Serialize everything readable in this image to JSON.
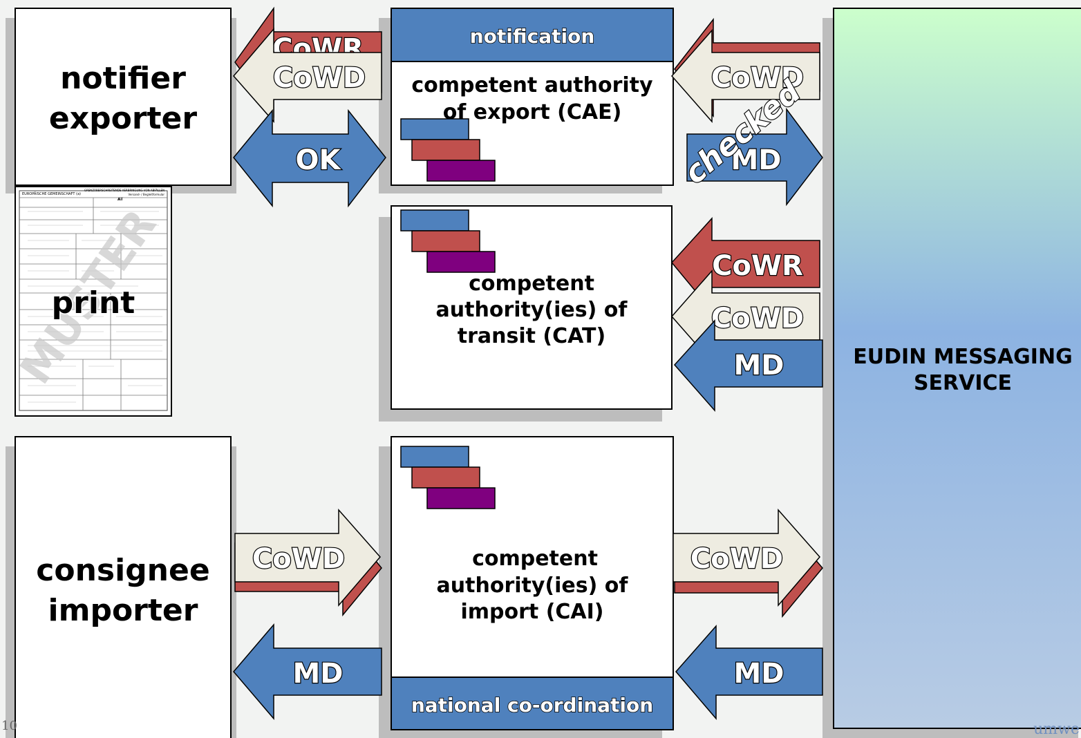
{
  "actors": {
    "exporter": [
      "notifier",
      "exporter"
    ],
    "importer": [
      "consignee",
      "importer"
    ]
  },
  "authorities": {
    "cae": {
      "header": "notification",
      "lines": [
        "competent authority",
        "of export (CAE)"
      ]
    },
    "cat": {
      "lines": [
        "competent",
        "authority(ies) of",
        "transit (CAT)"
      ]
    },
    "cai": {
      "footer": "national co-ordination",
      "lines": [
        "competent",
        "authority(ies) of",
        "import (CAI)"
      ]
    }
  },
  "service": {
    "lines": [
      "EUDIN MESSAGING",
      "SERVICE"
    ]
  },
  "arrows": {
    "cowr": "CoWR",
    "cowd": "CoWD",
    "ok": "OK",
    "md": "MD",
    "checked": "checked"
  },
  "document": {
    "label": "print",
    "watermark": "MUSTER",
    "header_left": "EUROPÄISCHE GEMEINSCHAFT (a)",
    "header_right": "GRENZÜBERSCHREITENDE VERBRINGUNG VON ABFÄLLEN",
    "header_right2": "Versand- / Begleitformular",
    "country": "AT"
  },
  "footer": {
    "page_fragment": "10",
    "brand_fragment": "umwe"
  },
  "colors": {
    "blue": "#4f81bd",
    "red": "#c0504d",
    "cream": "#eeece1",
    "purple": "#7f007f",
    "service_top": "#ccffcc",
    "service_mid": "#8db3e2",
    "service_bottom": "#b8cce4"
  }
}
